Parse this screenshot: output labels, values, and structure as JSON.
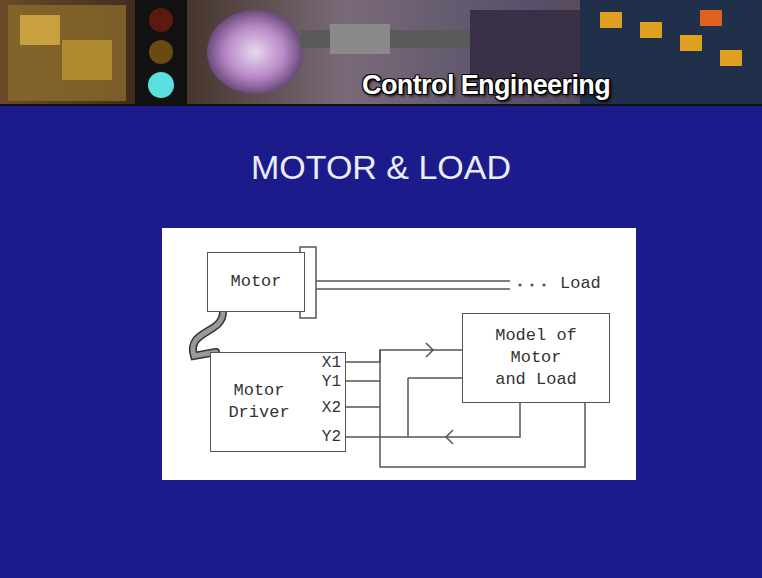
{
  "diagram": {
    "title": "MOTOR & LOAD",
    "nodes": [
      {
        "text": [
          "Motor"
        ]
      },
      {
        "text": [
          "Motor Driver"
        ]
      },
      {
        "text": [
          "Model of Motor and Load"
        ]
      }
    ],
    "edges": [
      {
        "from": 0,
        "to": 1,
        "arrow": "none"
      },
      {
        "from": 1,
        "to": 2,
        "arrow": "to"
      },
      {
        "from": 2,
        "to": 1,
        "arrow": "to"
      }
    ],
    "labels": [
      "Control Engineering",
      "Load",
      "X1",
      "Y1",
      "X2",
      "Y2"
    ]
  }
}
